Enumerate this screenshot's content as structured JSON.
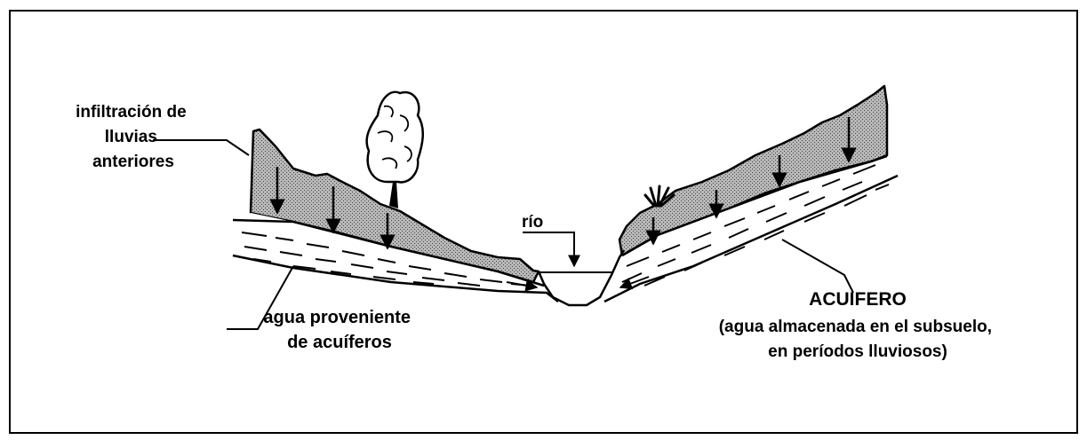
{
  "labels": {
    "infiltration": [
      "infiltración de",
      "lluvias",
      "anteriores"
    ],
    "river": "río",
    "groundwater_flow": [
      "agua proveniente",
      "de acuíferos"
    ],
    "aquifer_title": "ACUIFERO",
    "aquifer_desc": [
      "(agua almacenada en el subsuelo,",
      "en períodos lluviosos)"
    ]
  }
}
